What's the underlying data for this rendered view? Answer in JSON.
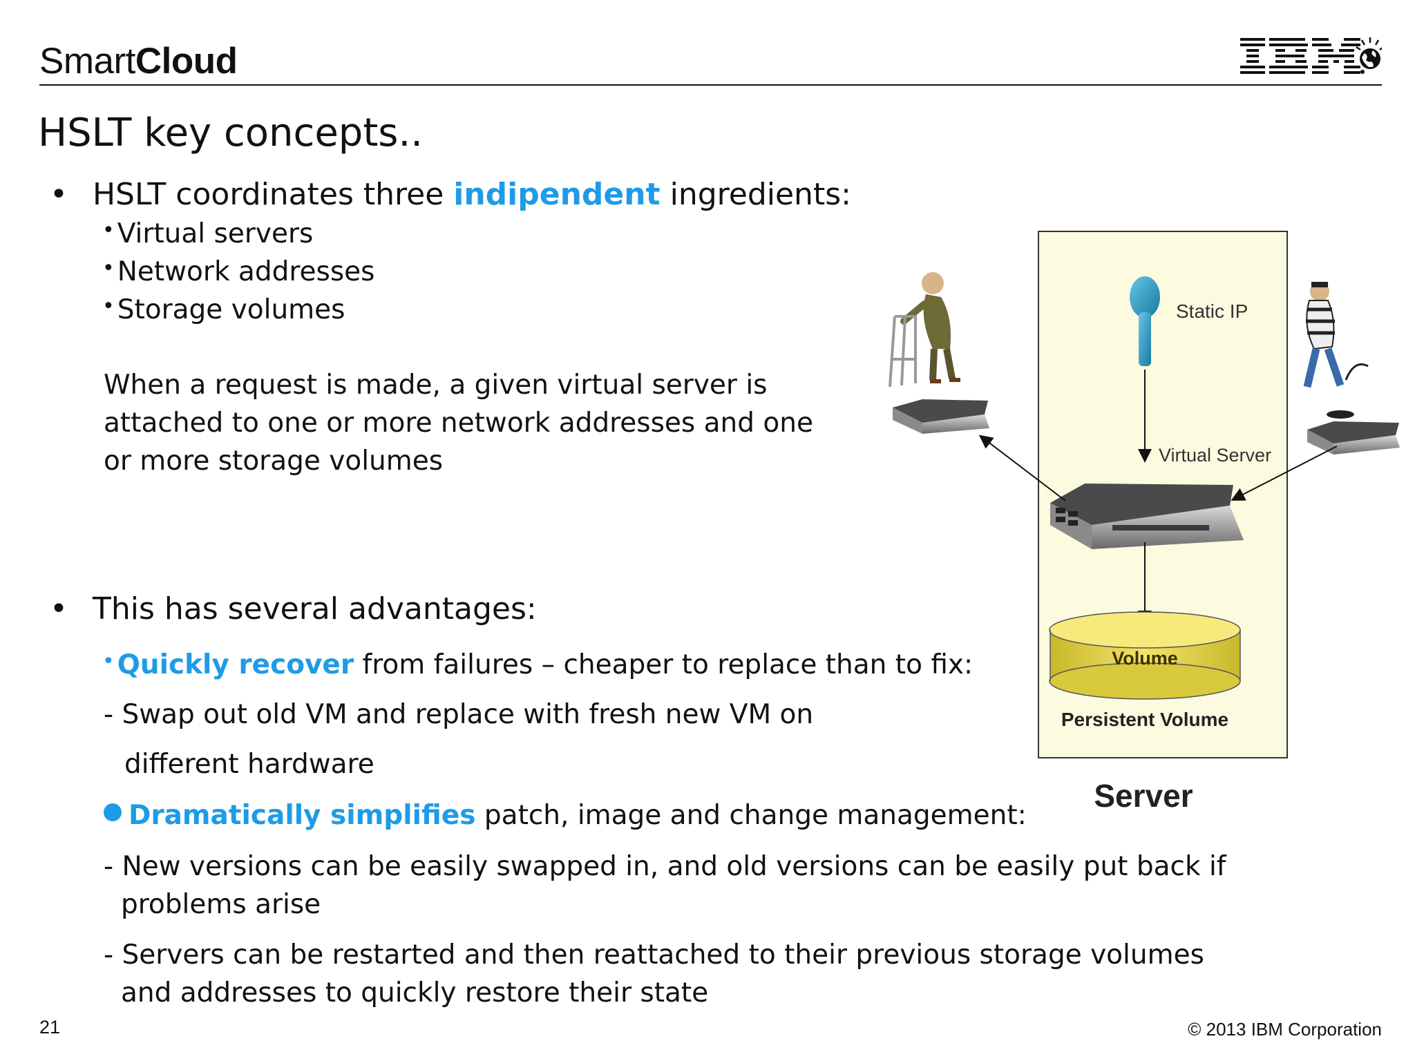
{
  "header": {
    "brand_light": "Smart",
    "brand_bold": "Cloud",
    "logo_icon": "ibm-smarter-planet-logo"
  },
  "slide": {
    "title": "HSLT key concepts..",
    "bullet1": {
      "pre": "HSLT coordinates three ",
      "accent": "indipendent",
      "post": " ingredients:",
      "items": [
        "Virtual servers",
        "Network addresses",
        "Storage volumes"
      ]
    },
    "paragraph": [
      "When a request is made, a given virtual server is",
      "attached to one or more network addresses and one",
      "or more storage volumes"
    ],
    "bullet2": {
      "text": "This has several advantages:",
      "sub1": {
        "accent": "Quickly recover",
        "post": " from failures – cheaper to replace than to fix:",
        "detail": [
          "- Swap out old VM and replace with fresh new VM on",
          "different hardware"
        ]
      },
      "sub2": {
        "accent": "Dramatically simplifies",
        "post": " patch, image and change management:",
        "detail1": [
          "- New versions can be easily swapped in, and old versions can be easily put back if",
          "problems arise"
        ],
        "detail2": [
          "- Servers can be restarted and then reattached to their previous storage volumes",
          "and addresses to quickly restore their state"
        ]
      }
    }
  },
  "diagram": {
    "static_ip": "Static IP",
    "virtual_server": "Virtual Server",
    "volume": "Volume",
    "persistent_volume": "Persistent Volume",
    "server": "Server",
    "accent_color": "#1e9be6",
    "panel_color": "#fcfbe0",
    "volume_color": "#e8d84a",
    "key_color": "#1c8fbf"
  },
  "footer": {
    "page_number": "21",
    "copyright": "© 2013 IBM Corporation"
  }
}
